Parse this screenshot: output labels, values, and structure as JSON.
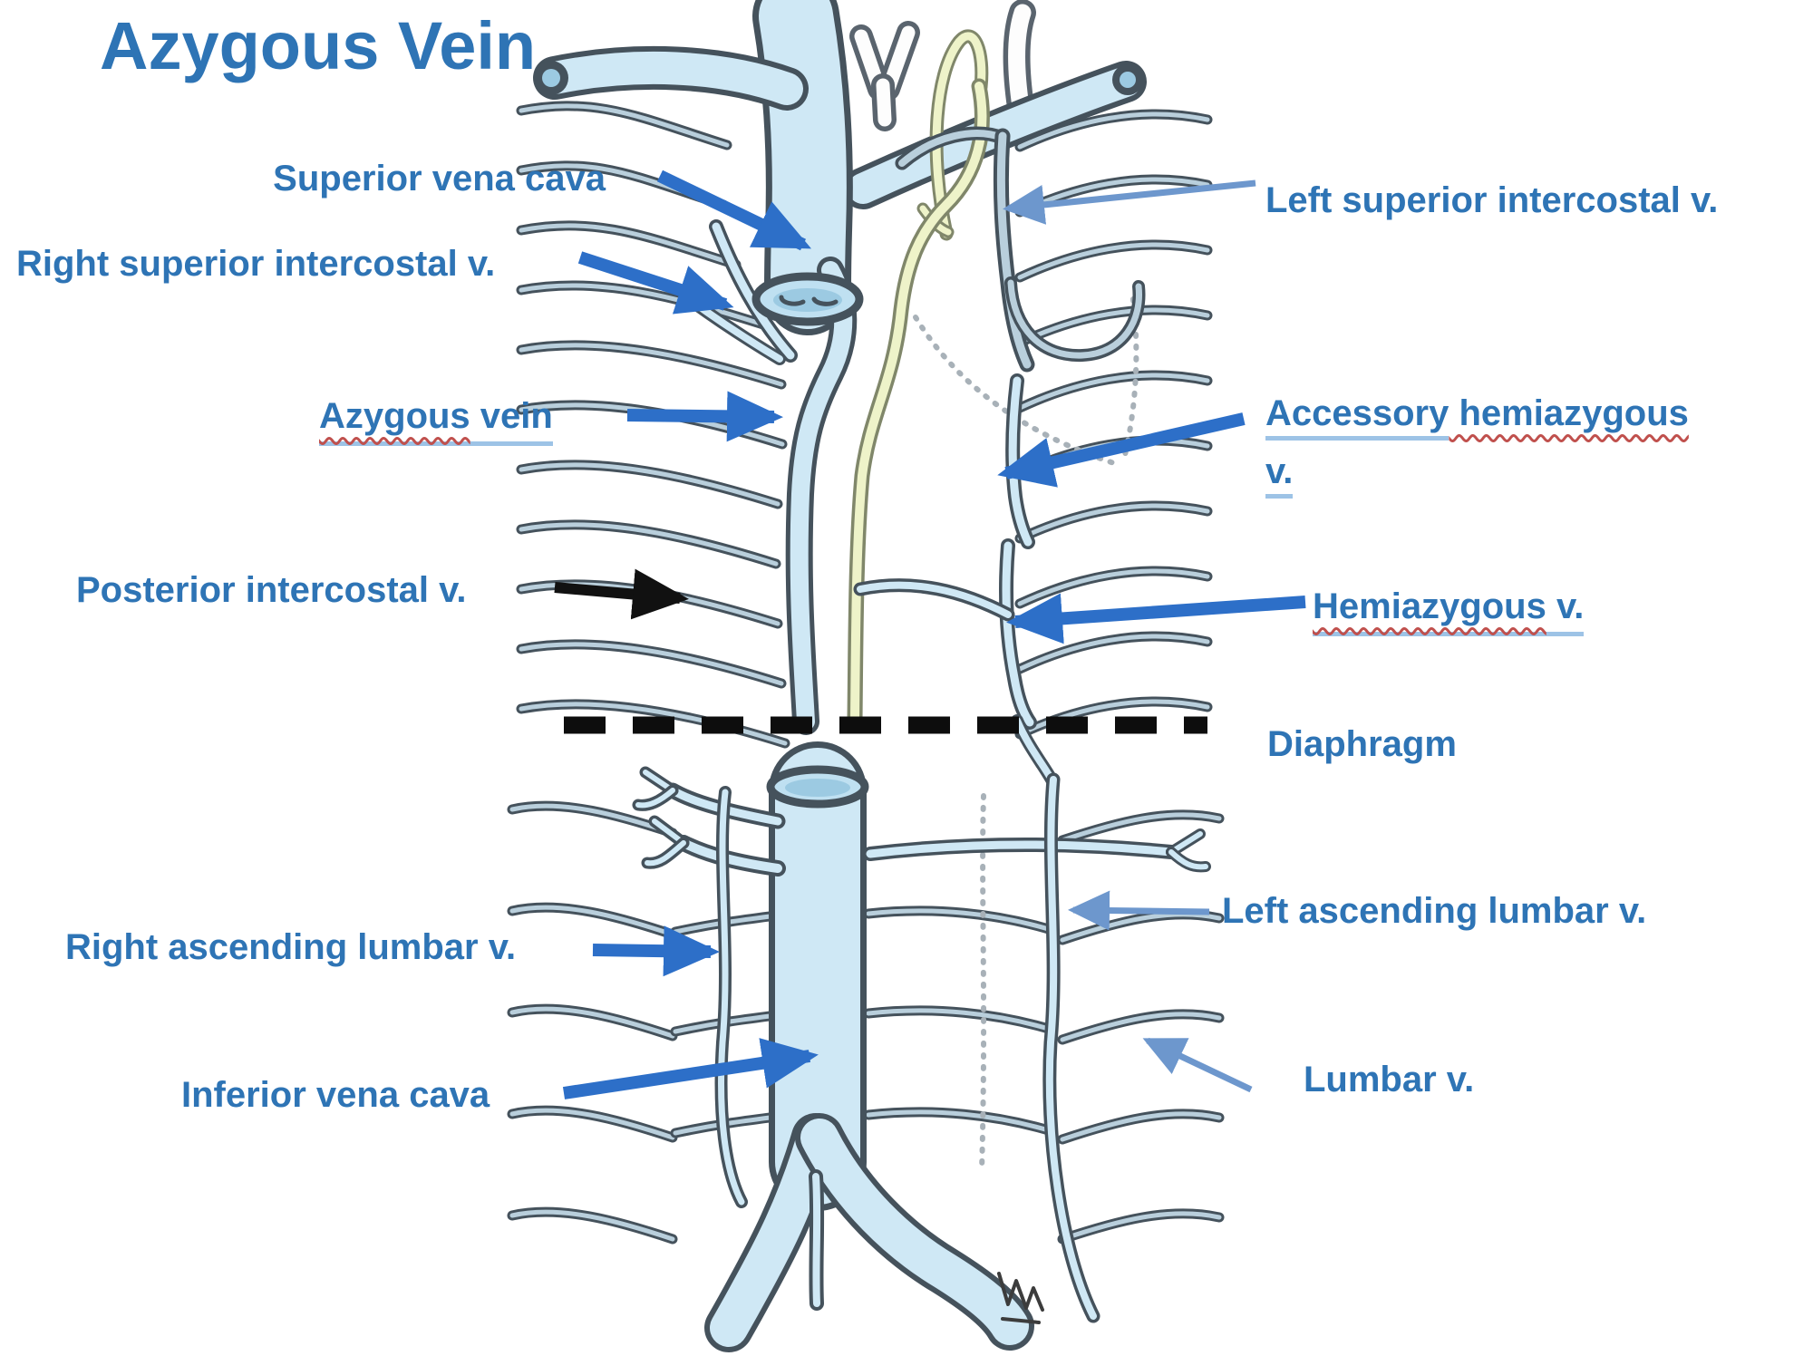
{
  "title": "Azygous Vein",
  "colors": {
    "label_blue": "#2e74b5",
    "arrow_blue": "#2d6fc8",
    "arrow_light": "#6d97cd",
    "arrow_black": "#111111",
    "underline_blue": "#9dc3e6",
    "squiggle_red": "#c0504d",
    "vein_outline": "#45525c",
    "vein_fill": "#cfe8f5",
    "vein_fill_deep": "#9ccae2",
    "lumen_fill": "#bfe0f1",
    "rib_inner": "#b9cfdc",
    "duct_fill": "#eef3c9",
    "duct_outline": "#80876a",
    "outline_gray": "#5a646e",
    "white_vessel": "#fdfdfd",
    "ghost_gray": "#a8b1b8",
    "diaphragm_black": "#0d0d0d"
  },
  "labels": {
    "superior_vena_cava": "Superior vena cava",
    "right_superior_intercostal": "Right superior intercostal v.",
    "azygous_vein": {
      "w1": "Azygous",
      "w2": " vein"
    },
    "posterior_intercostal": "Posterior intercostal v.",
    "right_ascending_lumbar": "Right ascending lumbar v.",
    "inferior_vena_cava": "Inferior vena cava",
    "left_superior_intercostal": "Left superior intercostal v.",
    "accessory_hemiazygous": {
      "w1": "Accessory",
      "w2": " hemiazygous",
      "w3": "v."
    },
    "hemiazygous": {
      "w1": "Hemiazygous",
      "w2": " v."
    },
    "diaphragm": "Diaphragm",
    "left_ascending_lumbar": "Left ascending lumbar v.",
    "lumbar": "Lumbar v."
  }
}
